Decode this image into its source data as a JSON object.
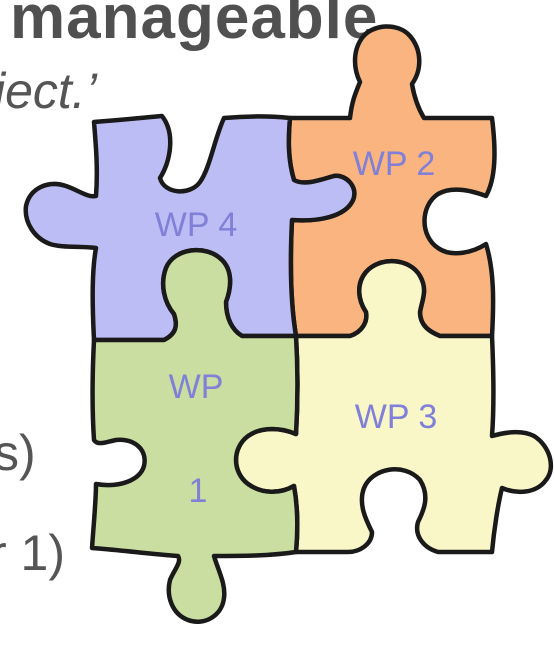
{
  "slide": {
    "title_fragment": "manageable",
    "text_fragment_1": "ject.’",
    "text_fragment_2": "s)",
    "text_fragment_3": "r 1)"
  },
  "puzzle": {
    "pieces": [
      {
        "id": "wp4",
        "label": "WP 4",
        "color": "#bdbdf5"
      },
      {
        "id": "wp2",
        "label": "WP 2",
        "color": "#f9b47f"
      },
      {
        "id": "wp3",
        "label": "WP 3",
        "color": "#f9f7c8"
      },
      {
        "id": "wp1",
        "label_line1": "WP",
        "label_line2": "1",
        "color": "#c9dea0"
      }
    ],
    "label_color": "#8080d8",
    "outline_color": "#1a1a1a"
  }
}
